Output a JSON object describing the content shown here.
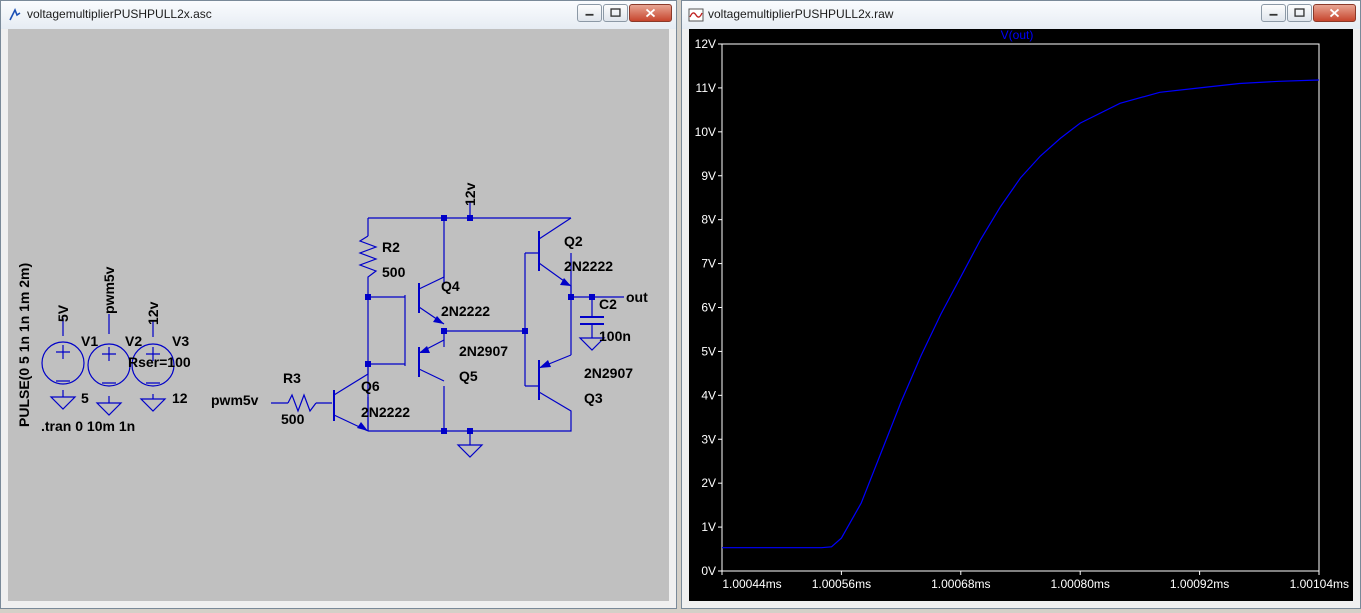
{
  "schematic_window": {
    "title": "voltagemultiplierPUSHPULL2x.asc",
    "icon": "ltspice-schematic-icon",
    "components": {
      "pulse_spec": "PULSE(0 5 1n 1n 1m 2m)",
      "tran_spec": ".tran 0 10m 1n",
      "v1": {
        "name": "V1",
        "value": "5",
        "node": "5V"
      },
      "v2": {
        "name": "V2",
        "node": "pwm5v"
      },
      "v3": {
        "name": "V3",
        "value": "12",
        "node": "12v",
        "rser": "Rser=100"
      },
      "r3": {
        "name": "R3",
        "value": "500",
        "input": "pwm5v"
      },
      "q6": {
        "name": "Q6",
        "model": "2N2222"
      },
      "r2": {
        "name": "R2",
        "value": "500"
      },
      "q4": {
        "name": "Q4",
        "model": "2N2222"
      },
      "q5": {
        "name": "Q5",
        "model": "2N2907"
      },
      "q2": {
        "name": "Q2",
        "model": "2N2222"
      },
      "q3": {
        "name": "Q3",
        "model": "2N2907"
      },
      "c2": {
        "name": "C2",
        "value": "100n"
      },
      "top_rail": "12v",
      "out_label": "out"
    }
  },
  "plot_window": {
    "title": "voltagemultiplierPUSHPULL2x.raw",
    "icon": "waveform-icon"
  },
  "colors": {
    "wire": "#0000c8",
    "trace": "#0000ff",
    "plot_bg": "#000000",
    "axis_text": "#ffffff",
    "schematic_bg": "#c0c0c0"
  },
  "chart_data": {
    "type": "line",
    "title": "V(out)",
    "xlabel": "",
    "ylabel": "",
    "x_unit": "ms",
    "y_unit": "V",
    "xlim": [
      1.00044,
      1.00104
    ],
    "ylim": [
      0,
      12
    ],
    "x_ticks": [
      "1.00044ms",
      "1.00056ms",
      "1.00068ms",
      "1.00080ms",
      "1.00092ms",
      "1.00104ms"
    ],
    "y_ticks": [
      "0V",
      "1V",
      "2V",
      "3V",
      "4V",
      "5V",
      "6V",
      "7V",
      "8V",
      "9V",
      "10V",
      "11V",
      "12V"
    ],
    "grid": false,
    "series": [
      {
        "name": "V(out)",
        "x": [
          1.00044,
          1.0005,
          1.00054,
          1.00055,
          1.00056,
          1.00058,
          1.0006,
          1.00062,
          1.00064,
          1.00066,
          1.00068,
          1.0007,
          1.00072,
          1.00074,
          1.00076,
          1.00078,
          1.0008,
          1.00084,
          1.00088,
          1.00092,
          1.00096,
          1.001,
          1.00104
        ],
        "y": [
          0.53,
          0.53,
          0.53,
          0.55,
          0.75,
          1.55,
          2.7,
          3.85,
          4.9,
          5.85,
          6.7,
          7.55,
          8.3,
          8.95,
          9.45,
          9.85,
          10.2,
          10.65,
          10.9,
          11.0,
          11.1,
          11.15,
          11.18
        ]
      }
    ]
  }
}
